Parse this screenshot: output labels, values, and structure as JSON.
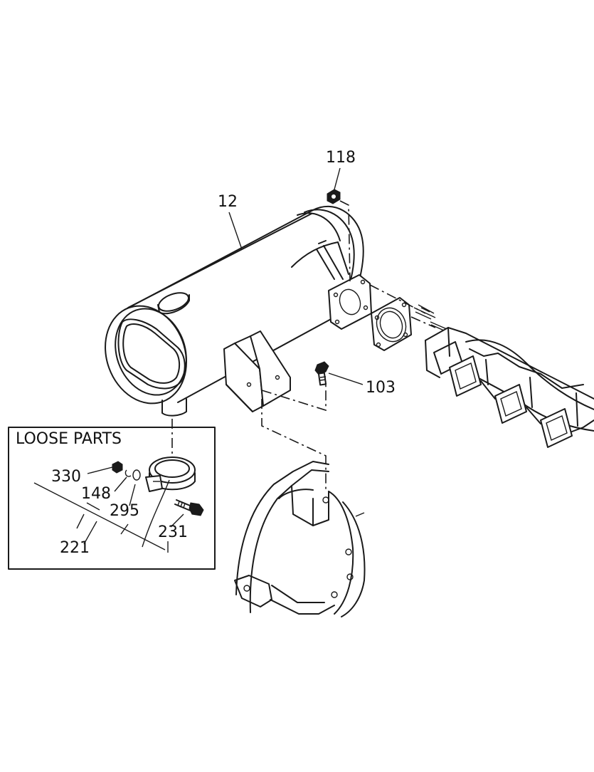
{
  "diagram": {
    "loose_parts_title": "LOOSE PARTS",
    "callouts": {
      "muffler": "12",
      "nut_top": "118",
      "bolt_bracket": "103",
      "nut": "330",
      "lock_washer": "148",
      "washer": "295",
      "clamp_kit": "221",
      "clamp_bolt": "231"
    }
  }
}
